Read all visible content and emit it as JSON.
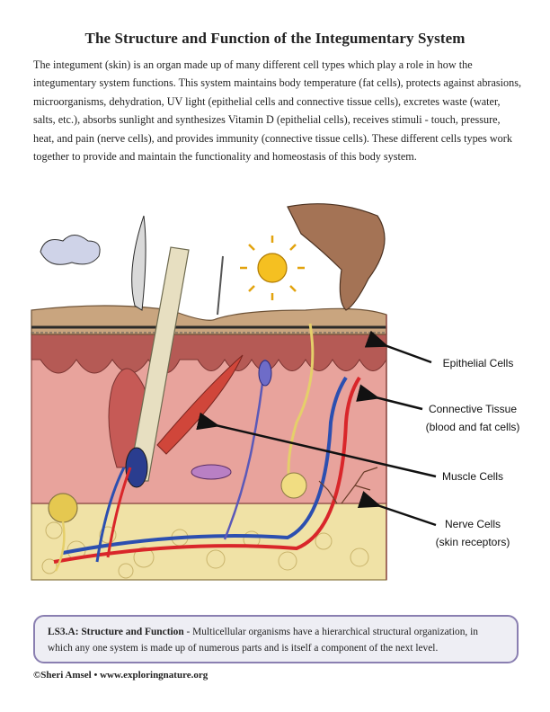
{
  "title": "The Structure and Function of the Integumentary System",
  "intro": "The integument (skin) is an organ made up of many different cell types which play a role in how the integumentary system functions. This system maintains body temperature (fat cells), protects against abrasions, microorganisms, dehydration, UV light (epithelial cells and connective tissue cells), excretes waste (water, salts, etc.), absorbs sunlight and synthesizes Vitamin D (epithelial cells), receives stimuli - touch, pressure, heat, and pain (nerve cells), and provides immunity (connective tissue cells).  These different cells types work together to provide and maintain the functionality and homeostasis of this body system.",
  "figure": {
    "labels": {
      "epithelial": "Epithelial Cells",
      "connective_line1": "Connective Tissue",
      "connective_line2": "(blood and fat cells)",
      "muscle": "Muscle Cells",
      "nerve_line1": "Nerve Cells",
      "nerve_line2": "(skin receptors)"
    },
    "colors": {
      "epidermis": "#c9a57f",
      "dermis": "#e8a39c",
      "fat": "#f0e2a6",
      "artery": "#d9262a",
      "vein": "#2c4fb0",
      "muscle": "#d0463a",
      "arrow": "#111111",
      "box_border": "#8a7fb1"
    }
  },
  "standard": {
    "code": "LS3.A: Structure and Function",
    "text": " - Multicellular organisms have a hierarchical structural organization, in which any one system is made up of numerous parts and is itself a component of the next level."
  },
  "footer": "©Sheri Amsel • www.exploringnature.org"
}
